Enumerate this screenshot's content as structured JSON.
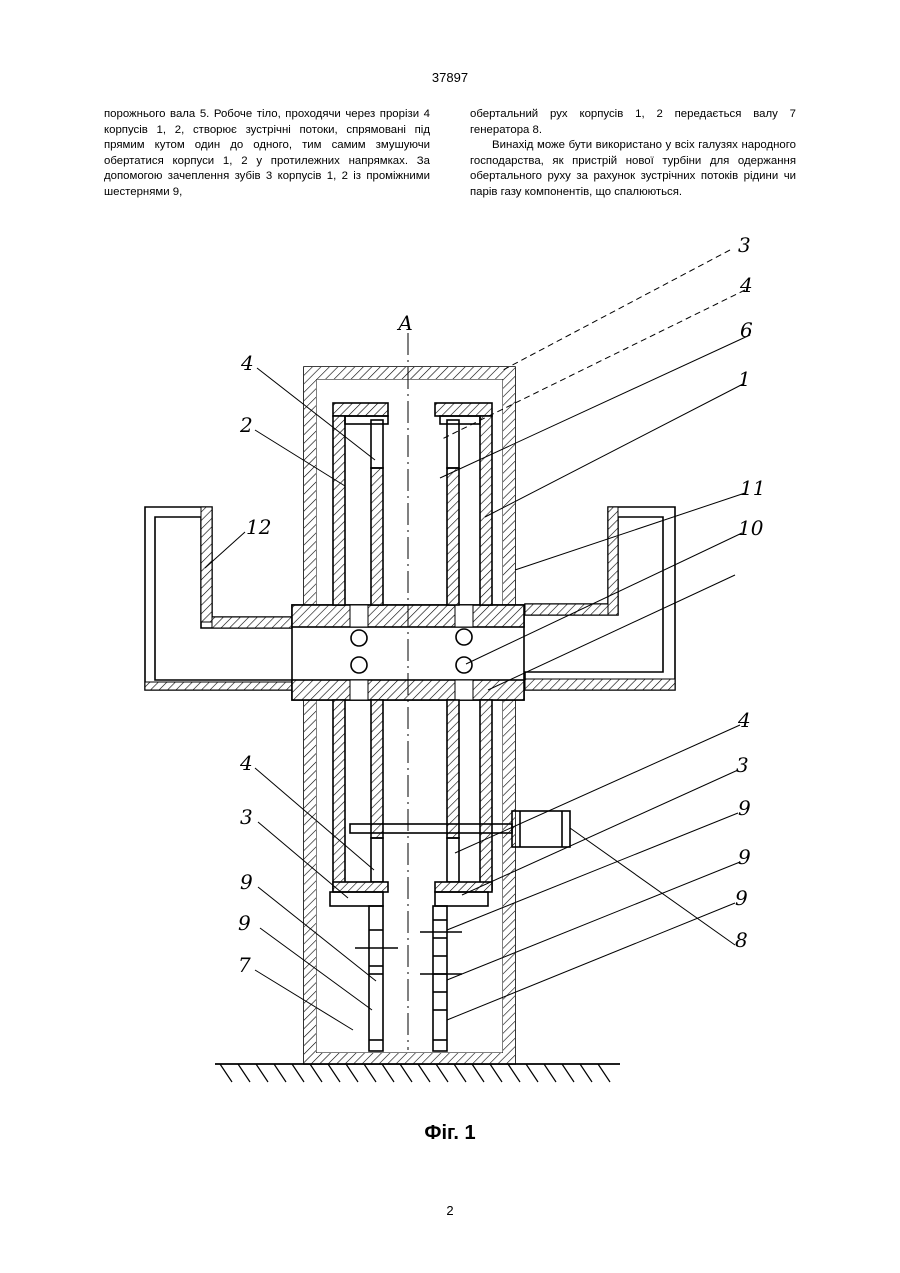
{
  "header": {
    "doc_number": "37897"
  },
  "text": {
    "left_column": [
      "порожнього вала 5. Робоче тіло, проходячи через прорізи 4 корпусів 1, 2, створює зустрічні потоки, спрямовані під прямим кутом один до одного, тим самим змушуючи обертатися корпуси 1, 2 у протилежних напрямках. За допомогою зачеплення зубів 3 корпусів 1, 2 із проміжними шестернями 9,"
    ],
    "right_column": [
      "обертальний рух корпусів 1, 2 передається валу 7 генератора 8.",
      "Винахід може бути використано у всіх галузях народного господарства, як пристрій нової турбіни для одержання обертального руху за рахунок зустрічних потоків рідини чи парів газу компонентів, що спалюються."
    ]
  },
  "figure": {
    "axis_label": "А",
    "labels": {
      "upper_left_4": "4",
      "upper_left_2": "2",
      "left_12": "12",
      "top_right_3": "3",
      "top_right_4": "4",
      "right_6": "6",
      "right_1": "1",
      "right_11": "11",
      "right_10": "10",
      "lower_right_4": "4",
      "lower_right_3": "3",
      "lower_right_9a": "9",
      "lower_right_9b": "9",
      "lower_right_9c": "9",
      "right_8": "8",
      "lower_left_4": "4",
      "lower_left_3": "3",
      "lower_left_9a": "9",
      "lower_left_9b": "9",
      "lower_left_7": "7"
    },
    "caption": "Фіг. 1"
  },
  "footer": {
    "page_number": "2"
  }
}
